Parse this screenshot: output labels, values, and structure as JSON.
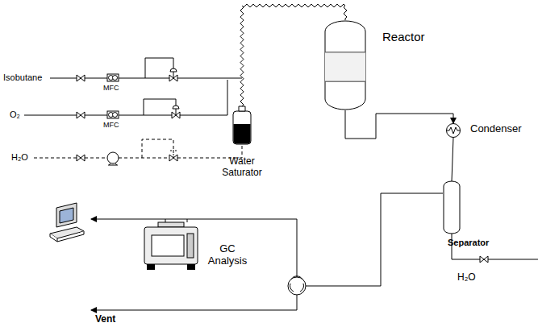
{
  "diagram": {
    "nodes": [
      {
        "text": [
          "Water Saturator"
        ]
      },
      {
        "text": [
          "Reactor"
        ]
      },
      {
        "text": [
          "Condenser"
        ]
      },
      {
        "text": [
          "Separator"
        ]
      },
      {
        "text": [
          "GC Analysis"
        ]
      }
    ],
    "edges": [
      {
        "from": 0,
        "to": 1,
        "arrow": "none"
      },
      {
        "from": 1,
        "to": 2,
        "arrow": "to"
      },
      {
        "from": 2,
        "to": 3,
        "arrow": "none"
      },
      {
        "from": 3,
        "to": 4,
        "arrow": "none"
      }
    ],
    "labels": [
      "Isobutane",
      "MFC",
      "O₂",
      "MFC",
      "H₂O",
      "H₂O",
      "Vent"
    ]
  }
}
